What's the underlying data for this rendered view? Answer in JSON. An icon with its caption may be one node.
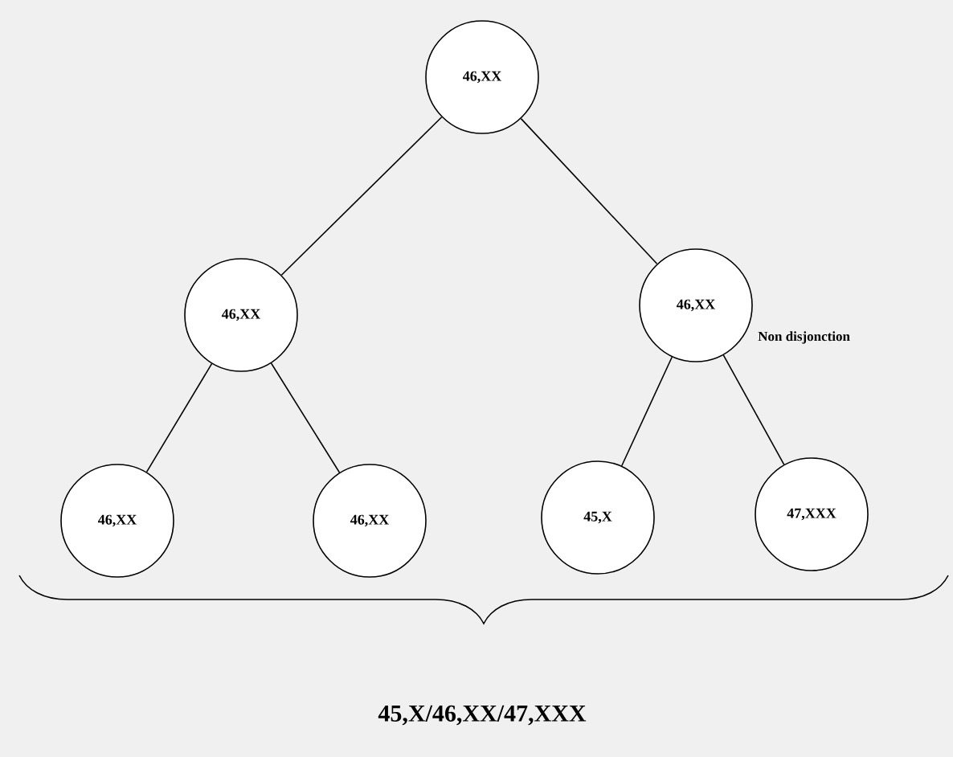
{
  "diagram": {
    "nodes": [
      {
        "text": [
          "46,XX"
        ]
      },
      {
        "text": [
          "46,XX"
        ]
      },
      {
        "text": [
          "46,XX"
        ],
        "beside": [
          "Non disjonction"
        ]
      },
      {
        "text": [
          "46,XX"
        ]
      },
      {
        "text": [
          "46,XX"
        ]
      },
      {
        "text": [
          "45,X"
        ]
      },
      {
        "text": [
          "47,XXX"
        ]
      }
    ],
    "edges": [
      {
        "from": 0,
        "to": 1,
        "arrow": "none"
      },
      {
        "from": 0,
        "to": 2,
        "arrow": "none"
      },
      {
        "from": 1,
        "to": 3,
        "arrow": "none"
      },
      {
        "from": 1,
        "to": 4,
        "arrow": "none"
      },
      {
        "from": 2,
        "to": 5,
        "arrow": "none"
      },
      {
        "from": 2,
        "to": 6,
        "arrow": "none"
      }
    ],
    "labels": [
      "45,X/46,XX/47,XXX"
    ]
  }
}
